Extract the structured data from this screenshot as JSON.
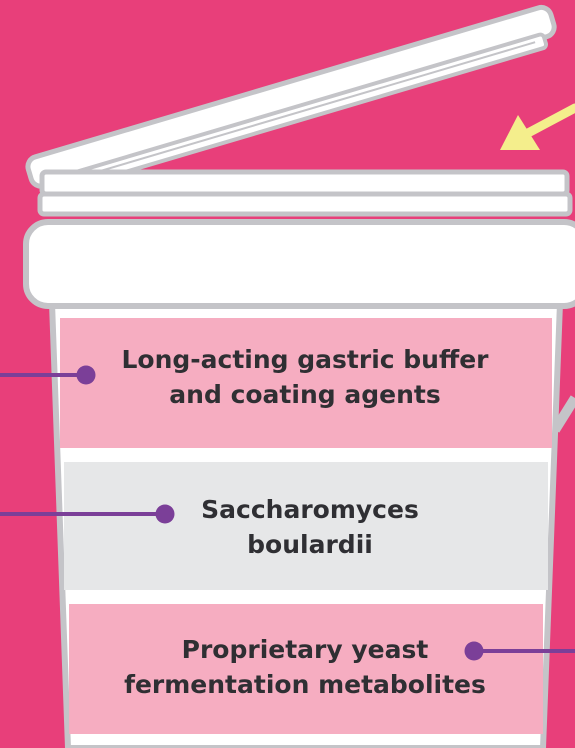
{
  "diagram": {
    "colors": {
      "background": "#e83f7a",
      "layer_pink": "#f6adc1",
      "layer_gray": "#e6e7e8",
      "container": "#ffffff",
      "outline": "#c4c4c8",
      "connector": "#7b3f98",
      "arrow": "#f4ee8c",
      "text": "#2f2f33"
    },
    "layers": [
      {
        "line1": "Long-acting gastric buffer",
        "line2": "and coating agents"
      },
      {
        "line1": "Saccharomyces",
        "line2": "boulardii"
      },
      {
        "line1": "Proprietary yeast",
        "line2": "fermentation metabolites"
      }
    ]
  }
}
